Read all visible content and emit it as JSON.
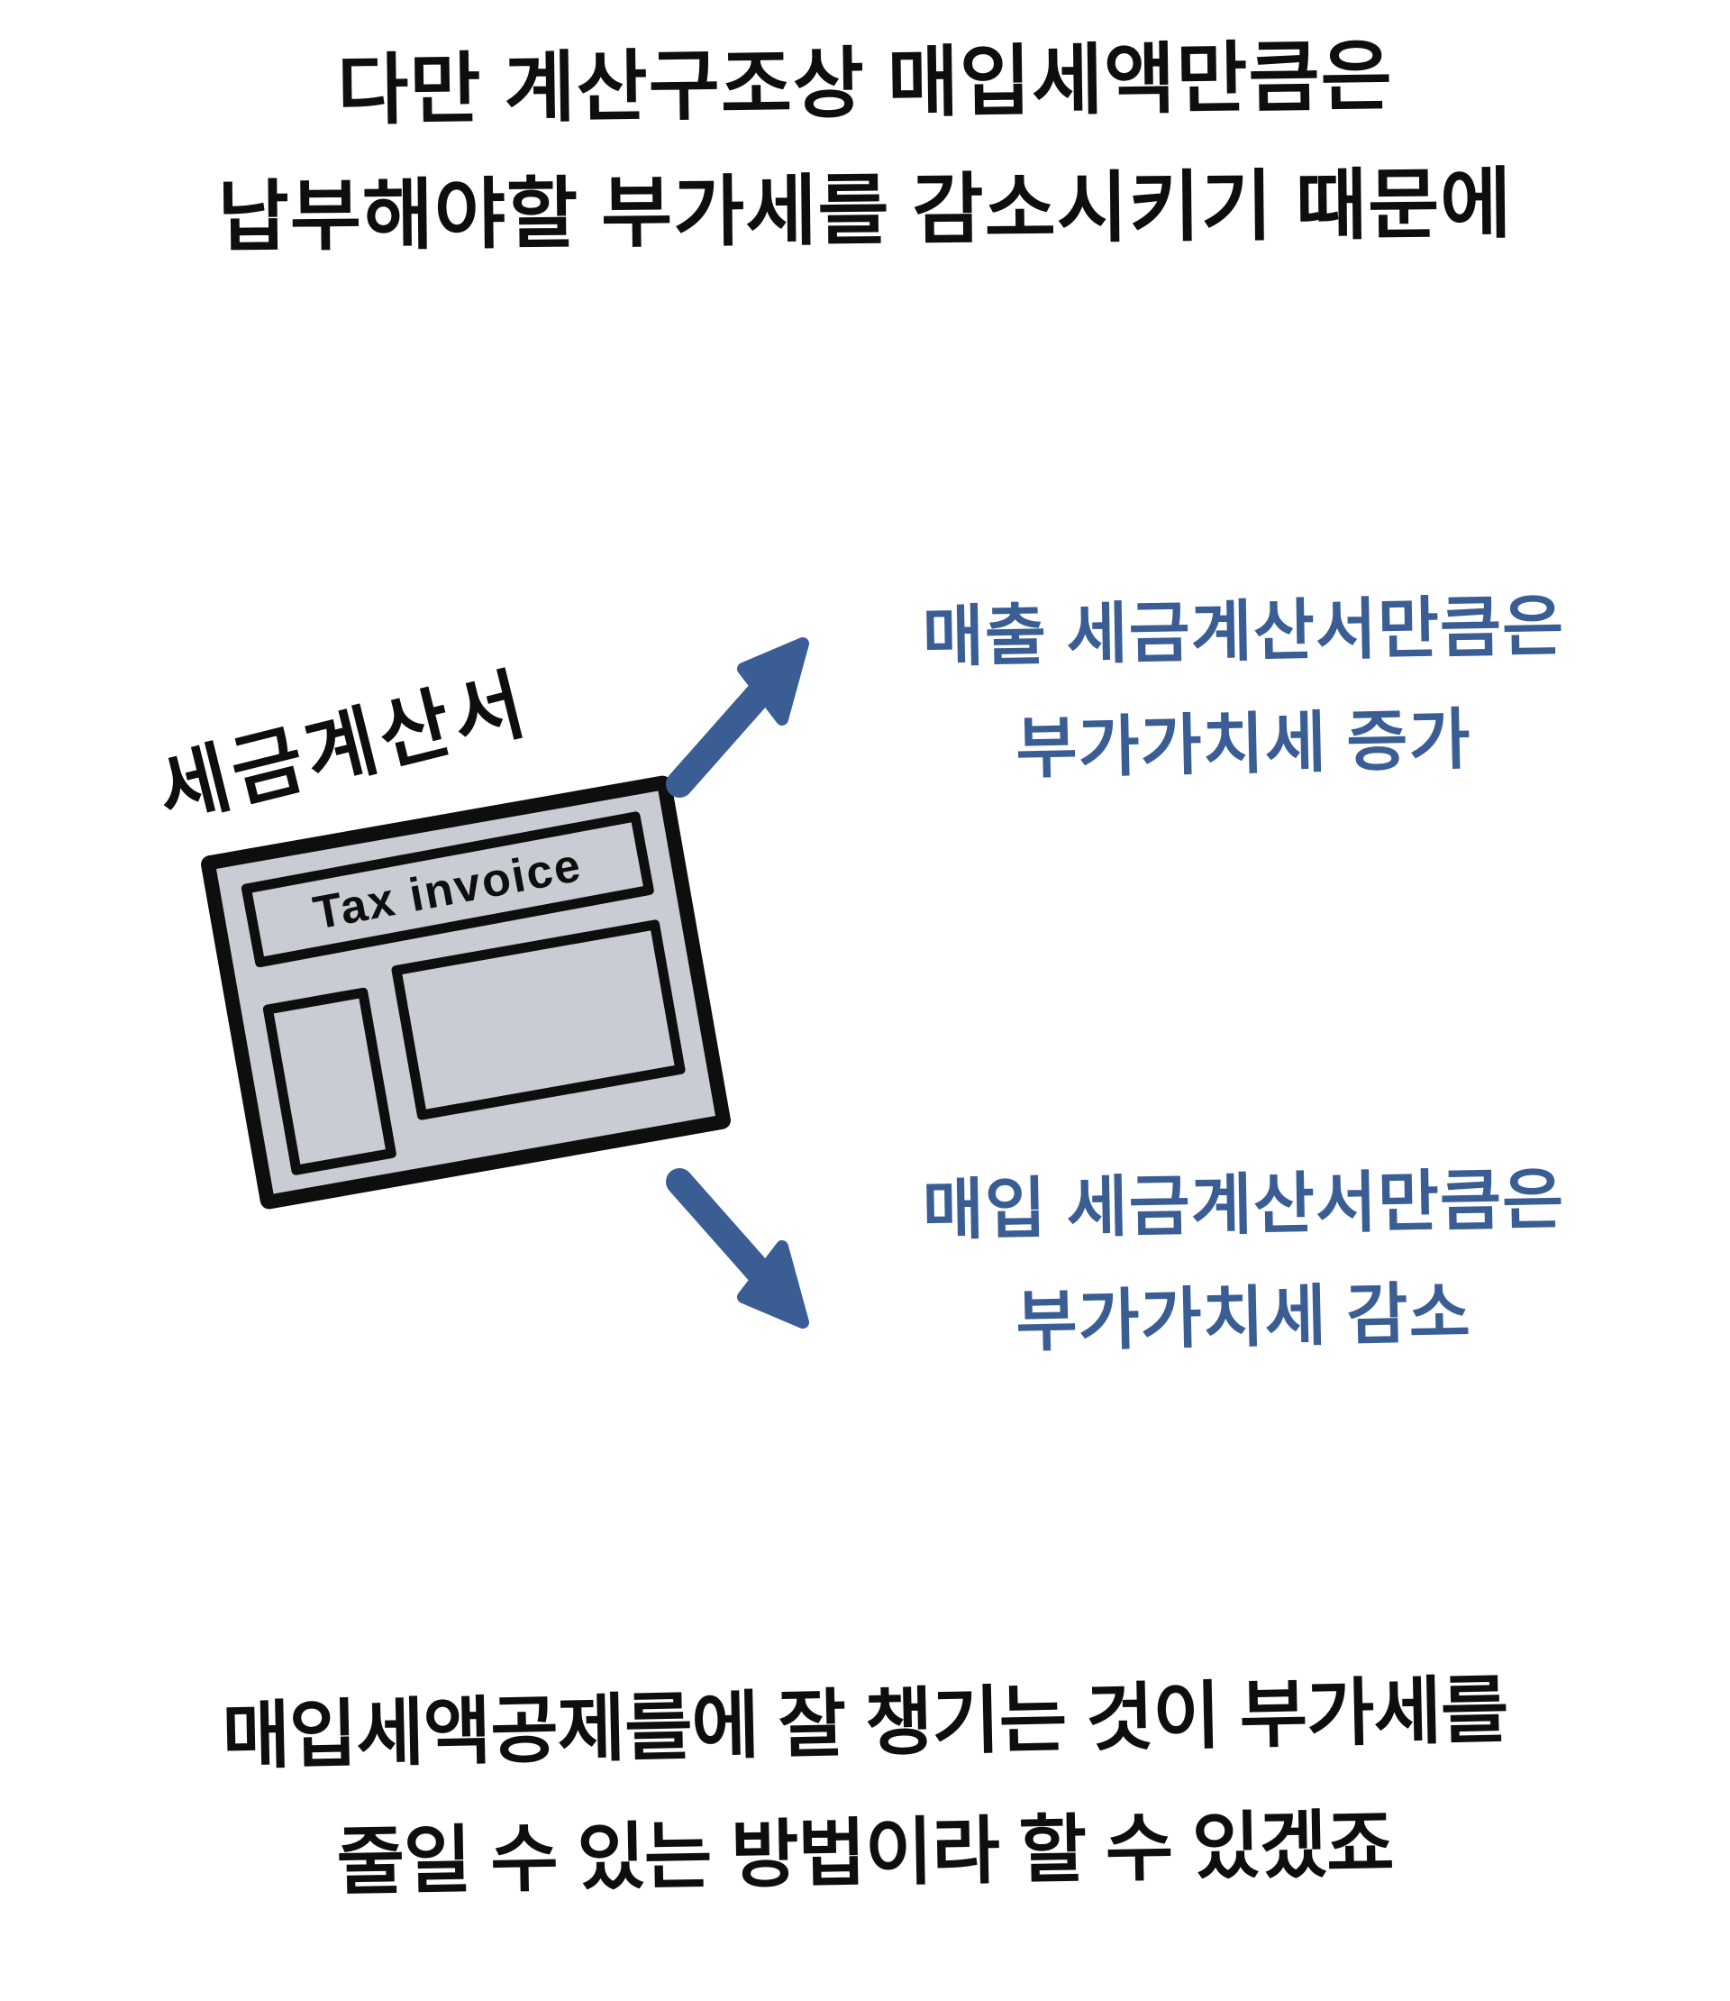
{
  "colors": {
    "background": "#ffffff",
    "ink": "#0e0e0e",
    "blue": "#3a5e94",
    "invoice_fill": "#c9ccd2"
  },
  "heading": {
    "line1": "다만 계산구조상 매입세액만큼은",
    "line2": "납부해야할 부가세를 감소시키기 때문에"
  },
  "invoice": {
    "label": "세금계산서",
    "title": "Tax invoice"
  },
  "branch_top": {
    "line1": "매출 세금계산서만큼은",
    "line2": "부가가치세 증가"
  },
  "branch_bottom": {
    "line1": "매입 세금계산서만큼은",
    "line2": "부가가치세 감소"
  },
  "footer": {
    "line1": "매입세액공제를에 잘 챙기는 것이 부가세를",
    "line2": "줄일 수 있는 방법이라 할 수 있겠죠"
  }
}
